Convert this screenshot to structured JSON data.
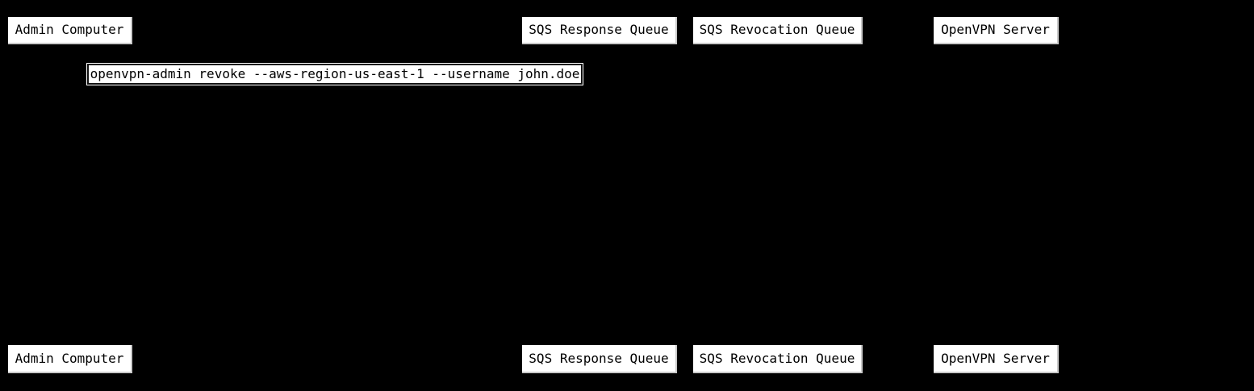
{
  "diagram": {
    "type": "sequence-diagram",
    "background_color": "#000000",
    "box_fill_color": "#ffffff",
    "box_border_color": "#c9c9c9",
    "note_border_color": "#111111",
    "text_color": "#000000",
    "actors": [
      {
        "label": "Admin Computer"
      },
      {
        "label": "SQS Response Queue"
      },
      {
        "label": "SQS Revocation Queue"
      },
      {
        "label": "OpenVPN Server"
      }
    ],
    "note": {
      "label": "openvpn-admin revoke --aws-region-us-east-1 --username john.doe"
    }
  }
}
